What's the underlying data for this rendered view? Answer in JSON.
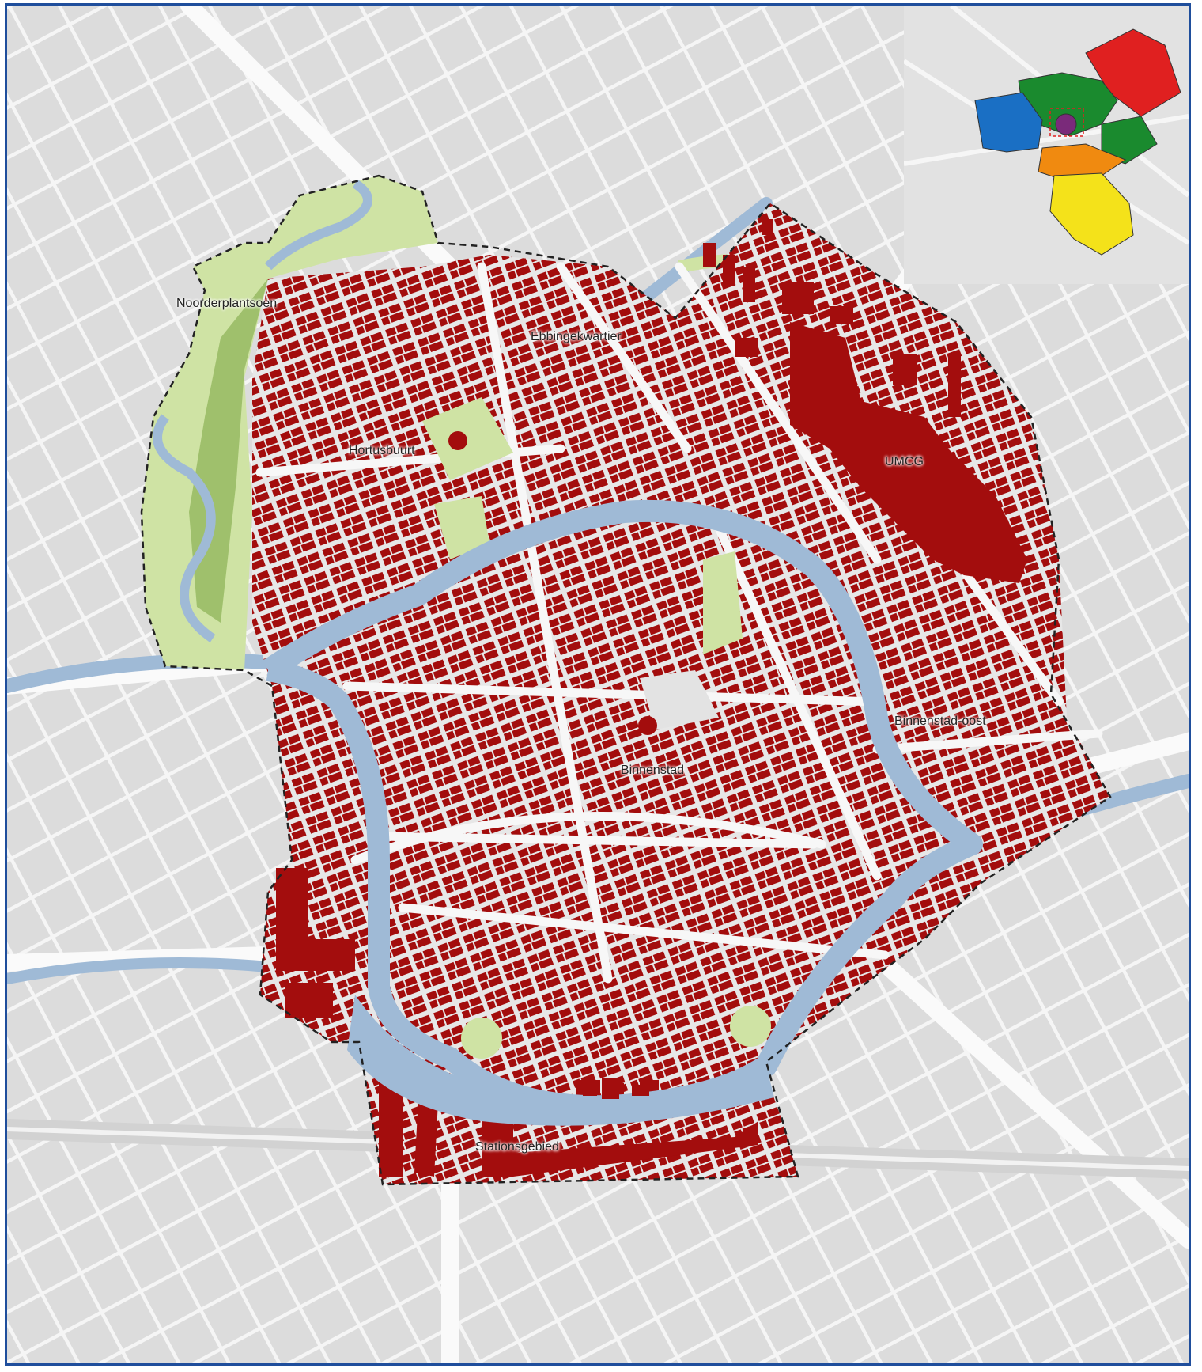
{
  "map": {
    "labels": {
      "noorderplantsoen": "Noorderplantsoen",
      "ebbingekwartier": "Ebbingekwartier",
      "hortusbuurt": "Hortusbuurt",
      "umcg": "UMCG",
      "binnenstad_oost": "Binnenstad-oost",
      "binnenstad": "Binnenstad",
      "stationsgebied": "Stationsgebied"
    },
    "colors": {
      "buildings": "#a30d0d",
      "water": "#9fbad6",
      "park": "#cfe3a4",
      "park_dark": "#8fb45a",
      "streets": "#f7f7f7",
      "blocks": "#dadada",
      "boundary": "#222222",
      "frame": "#1f4e9c"
    },
    "inset": {
      "district_colors": [
        "#e02020",
        "#1a8a2e",
        "#1a6fc4",
        "#f08a10",
        "#f4e21a",
        "#7a2a7a"
      ]
    }
  }
}
